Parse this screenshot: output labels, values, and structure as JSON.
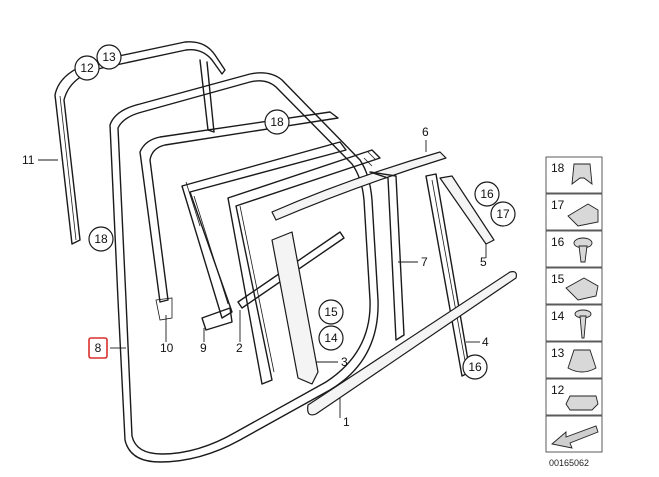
{
  "callouts": {
    "c1": "1",
    "c2": "2",
    "c3": "3",
    "c4": "4",
    "c5": "5",
    "c6": "6",
    "c7": "7",
    "c8": "8",
    "c9": "9",
    "c10": "10",
    "c11": "11",
    "c12": "12",
    "c13": "13",
    "c14": "14",
    "c15": "15",
    "c16a": "16",
    "c16b": "16",
    "c17": "17",
    "c18a": "18",
    "c18b": "18"
  },
  "legend": [
    "18",
    "17",
    "16",
    "15",
    "14",
    "13",
    "12"
  ],
  "highlight_color": "#d9302b",
  "doc_number": "00165062"
}
